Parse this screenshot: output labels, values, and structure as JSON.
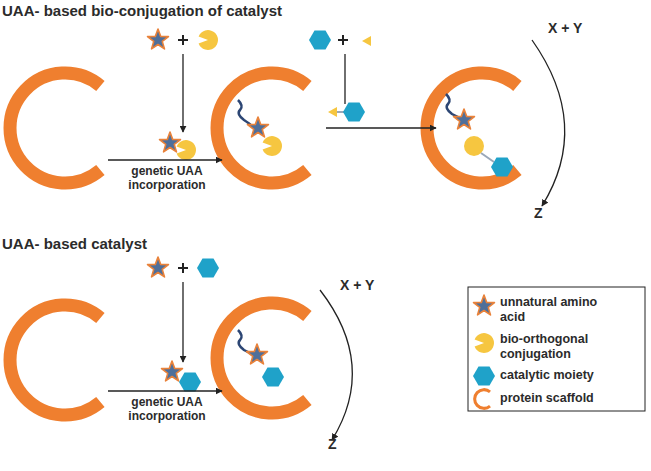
{
  "diagram": {
    "labels": [
      "UAA- based bio-conjugation of catalyst",
      "genetic UAA incorporation",
      "X + Y",
      "Z",
      "UAA- based catalyst",
      "genetic UAA incorporation",
      "X + Y",
      "Z"
    ],
    "legend": [
      {
        "text": "unnatural amino acid"
      },
      {
        "text": "bio-orthogonal conjugation"
      },
      {
        "text": "catalytic moiety"
      },
      {
        "text": "protein scaffold"
      }
    ]
  }
}
